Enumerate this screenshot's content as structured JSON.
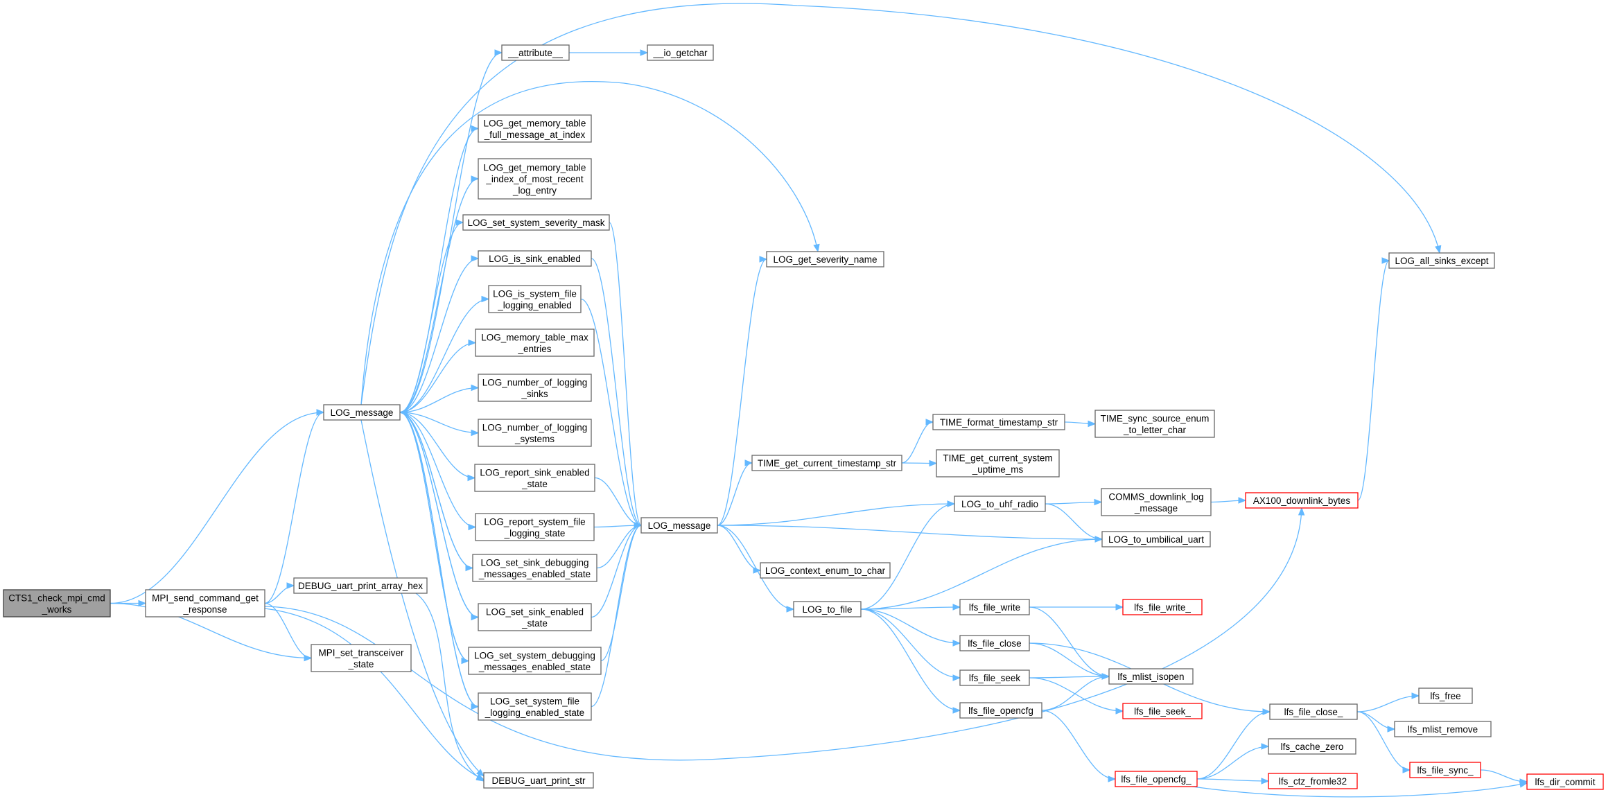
{
  "colors": {
    "edge": "#63b8ff",
    "node_border": "#666666",
    "root_fill": "#a0a0a0",
    "truncated_border": "#ff0000"
  },
  "nodes": [
    {
      "id": "cts1",
      "lines": [
        "CTS1_check_mpi_cmd",
        "_works"
      ],
      "style": "root"
    },
    {
      "id": "mpi_send",
      "lines": [
        "MPI_send_command_get",
        "_response"
      ]
    },
    {
      "id": "mpi_set",
      "lines": [
        "MPI_set_transceiver",
        "_state"
      ]
    },
    {
      "id": "dbg_hex",
      "lines": [
        "DEBUG_uart_print_array_hex"
      ]
    },
    {
      "id": "dbg_str",
      "lines": [
        "DEBUG_uart_print_str"
      ]
    },
    {
      "id": "logmsg1",
      "lines": [
        "LOG_message"
      ]
    },
    {
      "id": "attr",
      "lines": [
        "__attribute__"
      ]
    },
    {
      "id": "getchar",
      "lines": [
        "__io_getchar"
      ]
    },
    {
      "id": "full_msg",
      "lines": [
        "LOG_get_memory_table",
        "_full_message_at_index"
      ]
    },
    {
      "id": "idx_recent",
      "lines": [
        "LOG_get_memory_table",
        "_index_of_most_recent",
        "_log_entry"
      ]
    },
    {
      "id": "sev_mask",
      "lines": [
        "LOG_set_system_severity_mask"
      ]
    },
    {
      "id": "sink_en",
      "lines": [
        "LOG_is_sink_enabled"
      ]
    },
    {
      "id": "sys_file",
      "lines": [
        "LOG_is_system_file",
        "_logging_enabled"
      ]
    },
    {
      "id": "mem_max",
      "lines": [
        "LOG_memory_table_max",
        "_entries"
      ]
    },
    {
      "id": "num_sinks",
      "lines": [
        "LOG_number_of_logging",
        "_sinks"
      ]
    },
    {
      "id": "num_sys",
      "lines": [
        "LOG_number_of_logging",
        "_systems"
      ]
    },
    {
      "id": "rep_sink",
      "lines": [
        "LOG_report_sink_enabled",
        "_state"
      ]
    },
    {
      "id": "rep_sys",
      "lines": [
        "LOG_report_system_file",
        "_logging_state"
      ]
    },
    {
      "id": "set_sink_dbg",
      "lines": [
        "LOG_set_sink_debugging",
        "_messages_enabled_state"
      ]
    },
    {
      "id": "set_sink_en",
      "lines": [
        "LOG_set_sink_enabled",
        "_state"
      ]
    },
    {
      "id": "set_sys_dbg",
      "lines": [
        "LOG_set_system_debugging",
        "_messages_enabled_state"
      ]
    },
    {
      "id": "set_sys_file",
      "lines": [
        "LOG_set_system_file",
        "_logging_enabled_state"
      ]
    },
    {
      "id": "logmsg2",
      "lines": [
        "LOG_message"
      ]
    },
    {
      "id": "sev_name",
      "lines": [
        "LOG_get_severity_name"
      ]
    },
    {
      "id": "cur_ts",
      "lines": [
        "TIME_get_current_timestamp_str"
      ]
    },
    {
      "id": "fmt_ts",
      "lines": [
        "TIME_format_timestamp_str"
      ]
    },
    {
      "id": "sync_src",
      "lines": [
        "TIME_sync_source_enum",
        "_to_letter_char"
      ]
    },
    {
      "id": "uptime",
      "lines": [
        "TIME_get_current_system",
        "_uptime_ms"
      ]
    },
    {
      "id": "ctx_enum",
      "lines": [
        "LOG_context_enum_to_char"
      ]
    },
    {
      "id": "to_file",
      "lines": [
        "LOG_to_file"
      ]
    },
    {
      "id": "to_uhf",
      "lines": [
        "LOG_to_uhf_radio"
      ]
    },
    {
      "id": "to_umb",
      "lines": [
        "LOG_to_umbilical_uart"
      ]
    },
    {
      "id": "comms_dl",
      "lines": [
        "COMMS_downlink_log",
        "_message"
      ]
    },
    {
      "id": "ax100",
      "lines": [
        "AX100_downlink_bytes"
      ],
      "style": "red"
    },
    {
      "id": "all_sinks",
      "lines": [
        "LOG_all_sinks_except"
      ]
    },
    {
      "id": "f_write",
      "lines": [
        "lfs_file_write"
      ]
    },
    {
      "id": "f_write_",
      "lines": [
        "lfs_file_write_"
      ],
      "style": "red"
    },
    {
      "id": "f_close",
      "lines": [
        "lfs_file_close"
      ]
    },
    {
      "id": "f_seek",
      "lines": [
        "lfs_file_seek"
      ]
    },
    {
      "id": "f_opencfg",
      "lines": [
        "lfs_file_opencfg"
      ]
    },
    {
      "id": "mlist_isopen",
      "lines": [
        "lfs_mlist_isopen"
      ]
    },
    {
      "id": "f_seek_",
      "lines": [
        "lfs_file_seek_"
      ],
      "style": "red"
    },
    {
      "id": "f_opencfg_",
      "lines": [
        "lfs_file_opencfg_"
      ],
      "style": "red"
    },
    {
      "id": "f_close_",
      "lines": [
        "lfs_file_close_"
      ]
    },
    {
      "id": "cache_zero",
      "lines": [
        "lfs_cache_zero"
      ]
    },
    {
      "id": "ctz_fromle",
      "lines": [
        "lfs_ctz_fromle32"
      ],
      "style": "red"
    },
    {
      "id": "free",
      "lines": [
        "lfs_free"
      ]
    },
    {
      "id": "mlist_rm",
      "lines": [
        "lfs_mlist_remove"
      ]
    },
    {
      "id": "f_sync_",
      "lines": [
        "lfs_file_sync_"
      ],
      "style": "red"
    },
    {
      "id": "dir_commit",
      "lines": [
        "lfs_dir_commit"
      ],
      "style": "red"
    }
  ],
  "edges": [
    [
      "cts1",
      "mpi_send"
    ],
    [
      "cts1",
      "logmsg1"
    ],
    [
      "cts1",
      "mpi_set"
    ],
    [
      "mpi_send",
      "logmsg1"
    ],
    [
      "mpi_send",
      "dbg_hex"
    ],
    [
      "mpi_send",
      "mpi_set"
    ],
    [
      "mpi_send",
      "dbg_str"
    ],
    [
      "mpi_send",
      "f_opencfg_"
    ],
    [
      "dbg_hex",
      "dbg_str"
    ],
    [
      "logmsg1",
      "attr"
    ],
    [
      "logmsg1",
      "full_msg"
    ],
    [
      "logmsg1",
      "idx_recent"
    ],
    [
      "logmsg1",
      "sev_mask"
    ],
    [
      "logmsg1",
      "sink_en"
    ],
    [
      "logmsg1",
      "sys_file"
    ],
    [
      "logmsg1",
      "mem_max"
    ],
    [
      "logmsg1",
      "num_sinks"
    ],
    [
      "logmsg1",
      "num_sys"
    ],
    [
      "logmsg1",
      "rep_sink"
    ],
    [
      "logmsg1",
      "rep_sys"
    ],
    [
      "logmsg1",
      "set_sink_dbg"
    ],
    [
      "logmsg1",
      "set_sink_en"
    ],
    [
      "logmsg1",
      "set_sys_dbg"
    ],
    [
      "logmsg1",
      "set_sys_file"
    ],
    [
      "logmsg1",
      "sev_name"
    ],
    [
      "logmsg1",
      "all_sinks"
    ],
    [
      "logmsg1",
      "dbg_str"
    ],
    [
      "attr",
      "getchar"
    ],
    [
      "sev_mask",
      "logmsg2"
    ],
    [
      "sink_en",
      "logmsg2"
    ],
    [
      "sys_file",
      "logmsg2"
    ],
    [
      "rep_sink",
      "logmsg2"
    ],
    [
      "rep_sys",
      "logmsg2"
    ],
    [
      "set_sink_dbg",
      "logmsg2"
    ],
    [
      "set_sink_en",
      "logmsg2"
    ],
    [
      "set_sys_dbg",
      "logmsg2"
    ],
    [
      "set_sys_file",
      "logmsg2"
    ],
    [
      "set_sink_dbg",
      "logmsg1"
    ],
    [
      "set_sink_en",
      "logmsg1"
    ],
    [
      "set_sys_dbg",
      "logmsg1"
    ],
    [
      "set_sys_file",
      "logmsg1"
    ],
    [
      "logmsg2",
      "sev_name"
    ],
    [
      "logmsg2",
      "cur_ts"
    ],
    [
      "logmsg2",
      "to_uhf"
    ],
    [
      "logmsg2",
      "to_umb"
    ],
    [
      "logmsg2",
      "ctx_enum"
    ],
    [
      "logmsg2",
      "to_file"
    ],
    [
      "cur_ts",
      "fmt_ts"
    ],
    [
      "cur_ts",
      "uptime"
    ],
    [
      "fmt_ts",
      "sync_src"
    ],
    [
      "to_uhf",
      "comms_dl"
    ],
    [
      "to_uhf",
      "to_umb"
    ],
    [
      "comms_dl",
      "ax100"
    ],
    [
      "ax100",
      "all_sinks"
    ],
    [
      "to_file",
      "to_uhf"
    ],
    [
      "to_file",
      "to_umb"
    ],
    [
      "to_file",
      "f_write"
    ],
    [
      "to_file",
      "f_close"
    ],
    [
      "to_file",
      "f_seek"
    ],
    [
      "to_file",
      "f_opencfg"
    ],
    [
      "f_write",
      "f_write_"
    ],
    [
      "f_write",
      "mlist_isopen"
    ],
    [
      "f_close",
      "mlist_isopen"
    ],
    [
      "f_close",
      "f_close_"
    ],
    [
      "f_seek",
      "mlist_isopen"
    ],
    [
      "f_seek",
      "f_seek_"
    ],
    [
      "f_opencfg",
      "mlist_isopen"
    ],
    [
      "f_opencfg",
      "f_opencfg_"
    ],
    [
      "f_opencfg_",
      "f_close_"
    ],
    [
      "f_opencfg_",
      "cache_zero"
    ],
    [
      "f_opencfg_",
      "ctz_fromle"
    ],
    [
      "f_opencfg_",
      "dir_commit"
    ],
    [
      "f_close_",
      "free"
    ],
    [
      "f_close_",
      "mlist_rm"
    ],
    [
      "f_close_",
      "f_sync_"
    ],
    [
      "f_sync_",
      "dir_commit"
    ]
  ]
}
